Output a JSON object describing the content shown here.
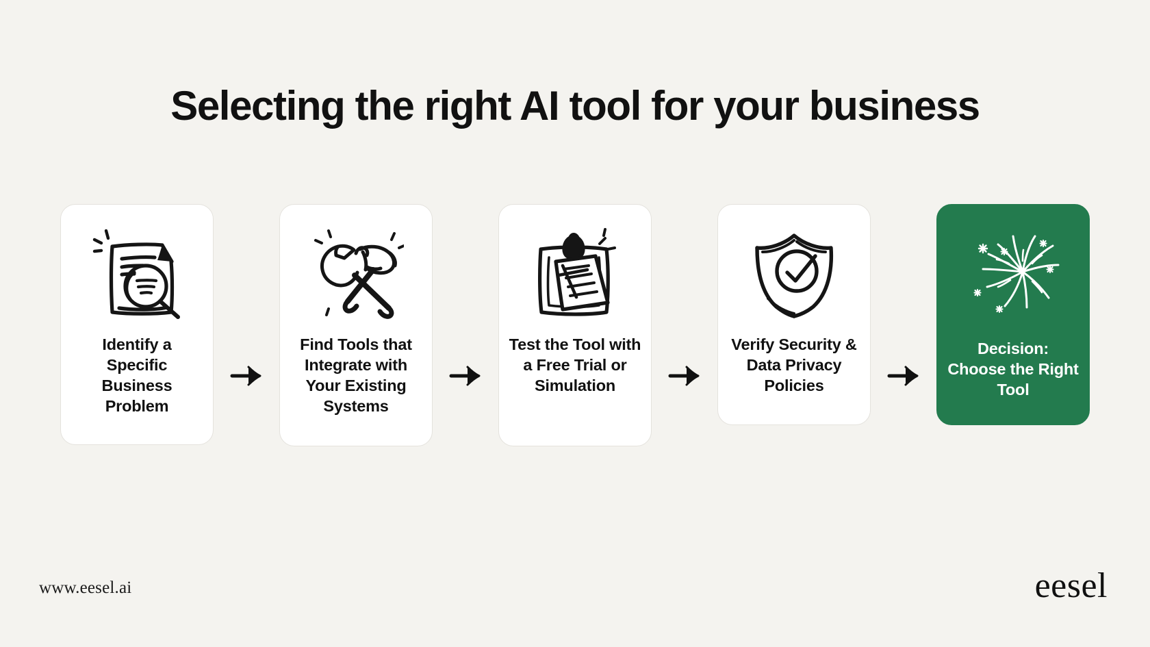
{
  "page": {
    "title": "Selecting the right AI tool for your business",
    "background_color": "#f4f3ef",
    "accent_color": "#237b4e",
    "text_color": "#111111"
  },
  "flow": {
    "arrow_icon": "arrow-right-icon",
    "steps": [
      {
        "icon": "document-magnifier-icon",
        "label": "Identify a Specific Business Problem",
        "highlight": false
      },
      {
        "icon": "wrench-hammer-icon",
        "label": "Find Tools that Integrate with Your Existing Systems",
        "highlight": false
      },
      {
        "icon": "clipboard-checklist-icon",
        "label": "Test the Tool with a Free Trial or Simulation",
        "highlight": false
      },
      {
        "icon": "shield-check-icon",
        "label": "Verify Security & Data Privacy Policies",
        "highlight": false
      },
      {
        "icon": "firework-burst-icon",
        "label": "Decision: Choose the Right Tool",
        "highlight": true
      }
    ]
  },
  "footer": {
    "url": "www.eesel.ai",
    "logo": "eesel"
  }
}
